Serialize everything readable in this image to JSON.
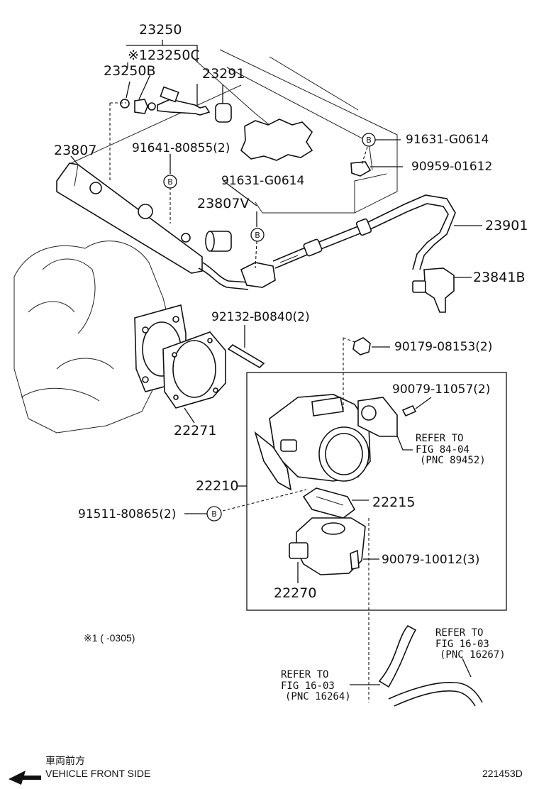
{
  "part_numbers": {
    "p23250": "23250",
    "p23250c": "※123250C",
    "p23250b": "23250B",
    "p23291": "23291",
    "p23807": "23807",
    "p91641": "91641-80855(2)",
    "p91631a": "91631-G0614",
    "p91631b": "91631-G0614",
    "p90959": "90959-01612",
    "p23807v": "23807V",
    "p23901": "23901",
    "p23841b": "23841B",
    "p92132": "92132-B0840(2)",
    "p90179": "90179-08153(2)",
    "p90079a": "90079-11057(2)",
    "p22271": "22271",
    "p22210": "22210",
    "p22215": "22215",
    "p91511": "91511-80865(2)",
    "p90079b": "90079-10012(3)",
    "p22270": "22270"
  },
  "bolt_marker": "B",
  "refs": {
    "fig84_l1": "REFER TO",
    "fig84_l2": "FIG 84-04",
    "fig84_l3": "(PNC 89452)",
    "fig16a_l1": "REFER TO",
    "fig16a_l2": "FIG 16-03",
    "fig16a_l3": "(PNC 16267)",
    "fig16b_l1": "REFER TO",
    "fig16b_l2": "FIG 16-03",
    "fig16b_l3": "(PNC 16264)"
  },
  "note": "※1 (    -0305)",
  "footer": {
    "front_jp": "車両前方",
    "front_en": "VEHICLE FRONT SIDE",
    "diagram_id": "221453D"
  }
}
